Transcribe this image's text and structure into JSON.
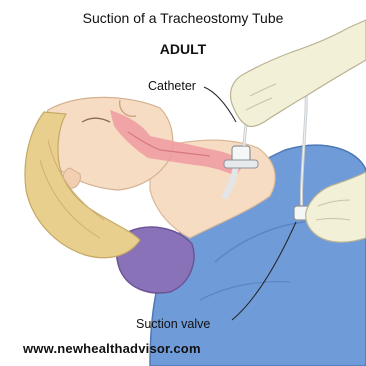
{
  "title": "Suction of a Tracheostomy Tube",
  "subtitle": "ADULT",
  "labels": {
    "catheter": "Catheter",
    "suction_valve": "Suction valve"
  },
  "website": "www.newhealthadvisor.com",
  "colors": {
    "background": "#ffffff",
    "skin": "#f6dcc3",
    "hair": "#e8cf8e",
    "gown": "#6f9bd8",
    "pillow": "#8a72b8",
    "airway": "#ee9aa0",
    "glove": "#f3f0d8",
    "tubing": "#d0d4d6"
  }
}
